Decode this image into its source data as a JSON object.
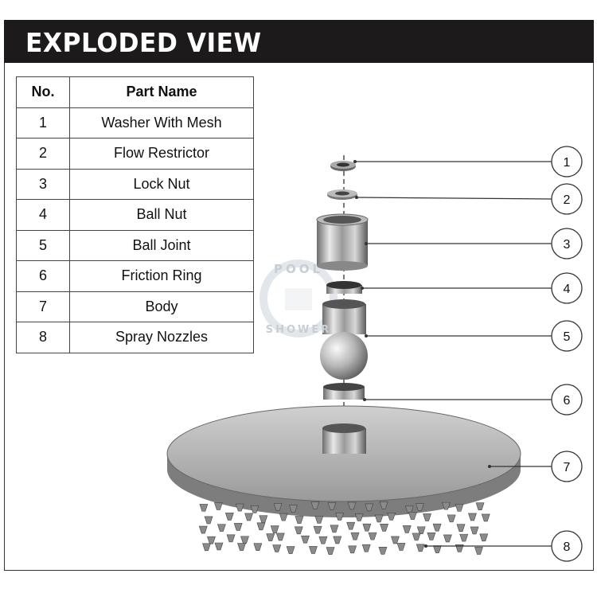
{
  "header": {
    "title": "EXPLODED VIEW"
  },
  "table": {
    "columns": [
      "No.",
      "Part Name"
    ],
    "rows": [
      [
        "1",
        "Washer With Mesh"
      ],
      [
        "2",
        "Flow Restrictor"
      ],
      [
        "3",
        "Lock Nut"
      ],
      [
        "4",
        "Ball Nut"
      ],
      [
        "5",
        "Ball Joint"
      ],
      [
        "6",
        "Friction Ring"
      ],
      [
        "7",
        "Body"
      ],
      [
        "8",
        "Spray Nozzles"
      ]
    ]
  },
  "callouts": [
    "1",
    "2",
    "3",
    "4",
    "5",
    "6",
    "7",
    "8"
  ],
  "watermark": {
    "text_top": "POOL",
    "text_bottom": "SHOWER"
  }
}
